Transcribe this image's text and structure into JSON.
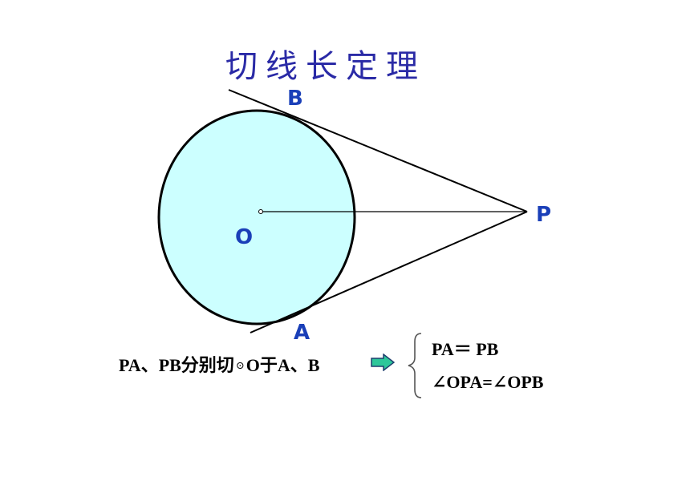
{
  "title": "切线长定理",
  "points": {
    "A": "A",
    "B": "B",
    "O": "O",
    "P": "P"
  },
  "statement": {
    "premise_part1": "PA、PB分别切",
    "circle_symbol": "⊙",
    "premise_part2": "O于A、B",
    "conclusion_1": "PA＝ PB",
    "conclusion_2": "∠OPA=∠OPB"
  },
  "colors": {
    "title": "#2a2aa6",
    "circle_fill": "#ccffff",
    "point_labels": "#1a3fb8",
    "arrow_fill": "#2ec79a"
  },
  "icons": {
    "implies": "right-arrow-icon"
  }
}
